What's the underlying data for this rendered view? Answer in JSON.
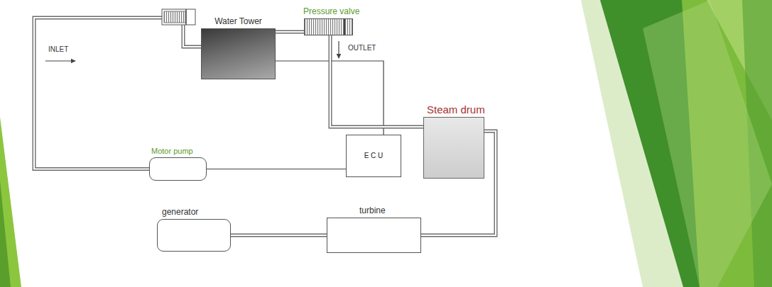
{
  "diagram": {
    "nodes": [
      {
        "text": [
          "Water Tower"
        ]
      },
      {
        "text": [
          "Pressure valve"
        ]
      },
      {
        "text": [
          "Steam drum"
        ]
      },
      {
        "text": [
          "Motor pump"
        ]
      },
      {
        "text": [
          "E C U"
        ]
      },
      {
        "text": [
          "generator"
        ]
      },
      {
        "text": [
          "turbine"
        ]
      }
    ],
    "edges": [
      {
        "from": 3,
        "to": 0,
        "arrow": "none"
      },
      {
        "from": 0,
        "to": 1,
        "arrow": "none"
      },
      {
        "from": 0,
        "to": 4,
        "arrow": "none"
      },
      {
        "from": 4,
        "to": 3,
        "arrow": "none"
      },
      {
        "from": 1,
        "to": 2,
        "arrow": "none"
      },
      {
        "from": 2,
        "to": 6,
        "arrow": "none"
      },
      {
        "from": 6,
        "to": 5,
        "arrow": "none"
      }
    ],
    "labels": [
      "INLET",
      "OUTLET"
    ]
  }
}
